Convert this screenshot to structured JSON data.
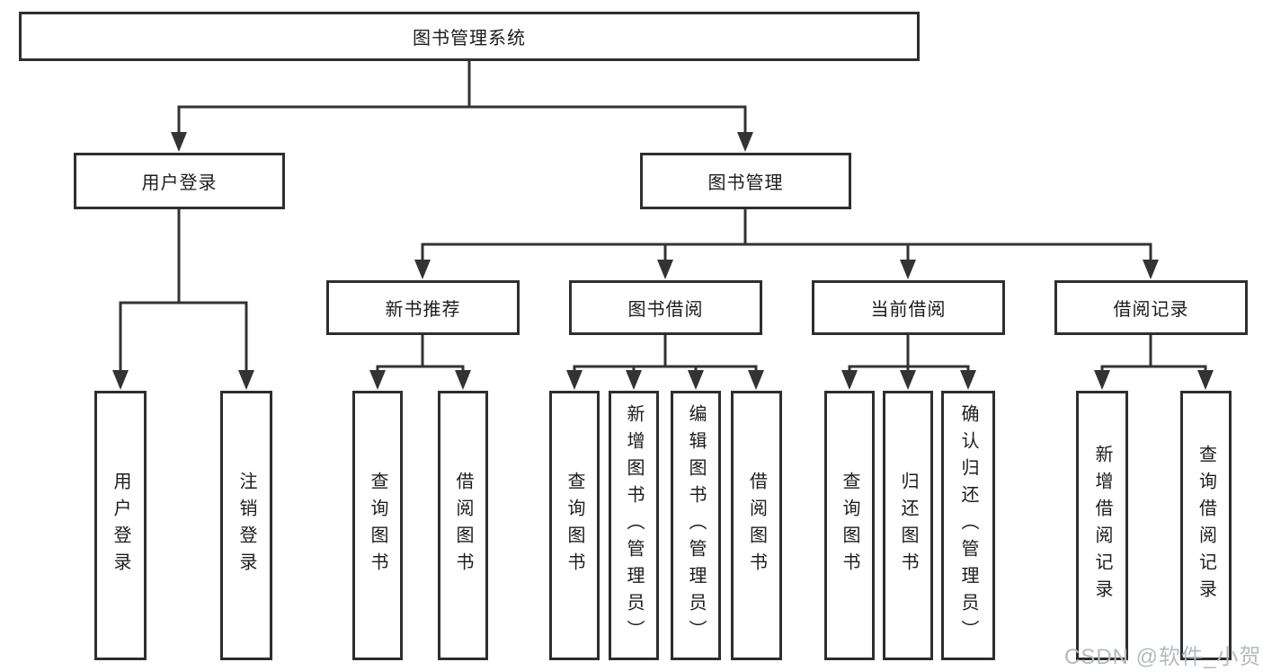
{
  "diagram": {
    "type": "hierarchy-tree",
    "colors": {
      "line": "#333333",
      "box_border": "#2e2e2e",
      "box_fill": "#ffffff",
      "text": "#1c1c1e",
      "watermark": "#b5bac0",
      "background": "#ffffff"
    },
    "tree": {
      "label": "图书管理系统",
      "children": [
        {
          "label": "用户登录",
          "children": [
            {
              "label": "用户登录"
            },
            {
              "label": "注销登录"
            }
          ]
        },
        {
          "label": "图书管理",
          "children": [
            {
              "label": "新书推荐",
              "children": [
                {
                  "label": "查询图书"
                },
                {
                  "label": "借阅图书"
                }
              ]
            },
            {
              "label": "图书借阅",
              "children": [
                {
                  "label": "查询图书"
                },
                {
                  "label": "新增图书（管理员）"
                },
                {
                  "label": "编辑图书（管理员）"
                },
                {
                  "label": "借阅图书"
                }
              ]
            },
            {
              "label": "当前借阅",
              "children": [
                {
                  "label": "查询图书"
                },
                {
                  "label": "归还图书"
                },
                {
                  "label": "确认归还（管理员）"
                }
              ]
            },
            {
              "label": "借阅记录",
              "children": [
                {
                  "label": "新增借阅记录"
                },
                {
                  "label": "查询借阅记录"
                }
              ]
            }
          ]
        }
      ]
    },
    "watermark": {
      "text": "CSDN @软件_小贺同学"
    }
  }
}
